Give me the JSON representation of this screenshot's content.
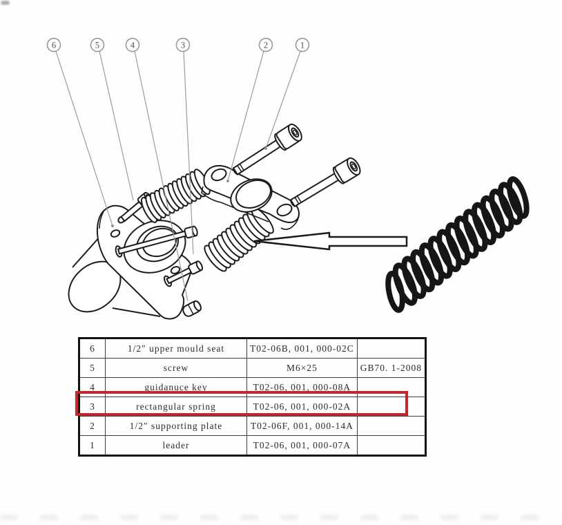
{
  "diagram": {
    "callouts": [
      {
        "label": "6"
      },
      {
        "label": "5"
      },
      {
        "label": "4"
      },
      {
        "label": "3"
      },
      {
        "label": "2"
      },
      {
        "label": "1"
      }
    ]
  },
  "parts_table": {
    "rows": [
      {
        "no": "6",
        "name": "1/2″ upper mould seat",
        "code": "T02-06B, 001, 000-02C",
        "standard": ""
      },
      {
        "no": "5",
        "name": "screw",
        "code": "M6×25",
        "standard": "GB70. 1-2008"
      },
      {
        "no": "4",
        "name": "guidanuce key",
        "code": "T02-06, 001, 000-08A",
        "standard": ""
      },
      {
        "no": "3",
        "name": "rectangular spring",
        "code": "T02-06, 001, 000-02A",
        "standard": ""
      },
      {
        "no": "2",
        "name": "1/2″ supporting plate",
        "code": "T02-06F, 001, 000-14A",
        "standard": ""
      },
      {
        "no": "1",
        "name": "leader",
        "code": "T02-06, 001, 000-07A",
        "standard": ""
      }
    ],
    "highlighted_row_no": "3"
  },
  "colors": {
    "highlight_red": "#c1272d",
    "drawing_line": "#1b1b1b",
    "callout_gray": "#8f8f8f"
  }
}
